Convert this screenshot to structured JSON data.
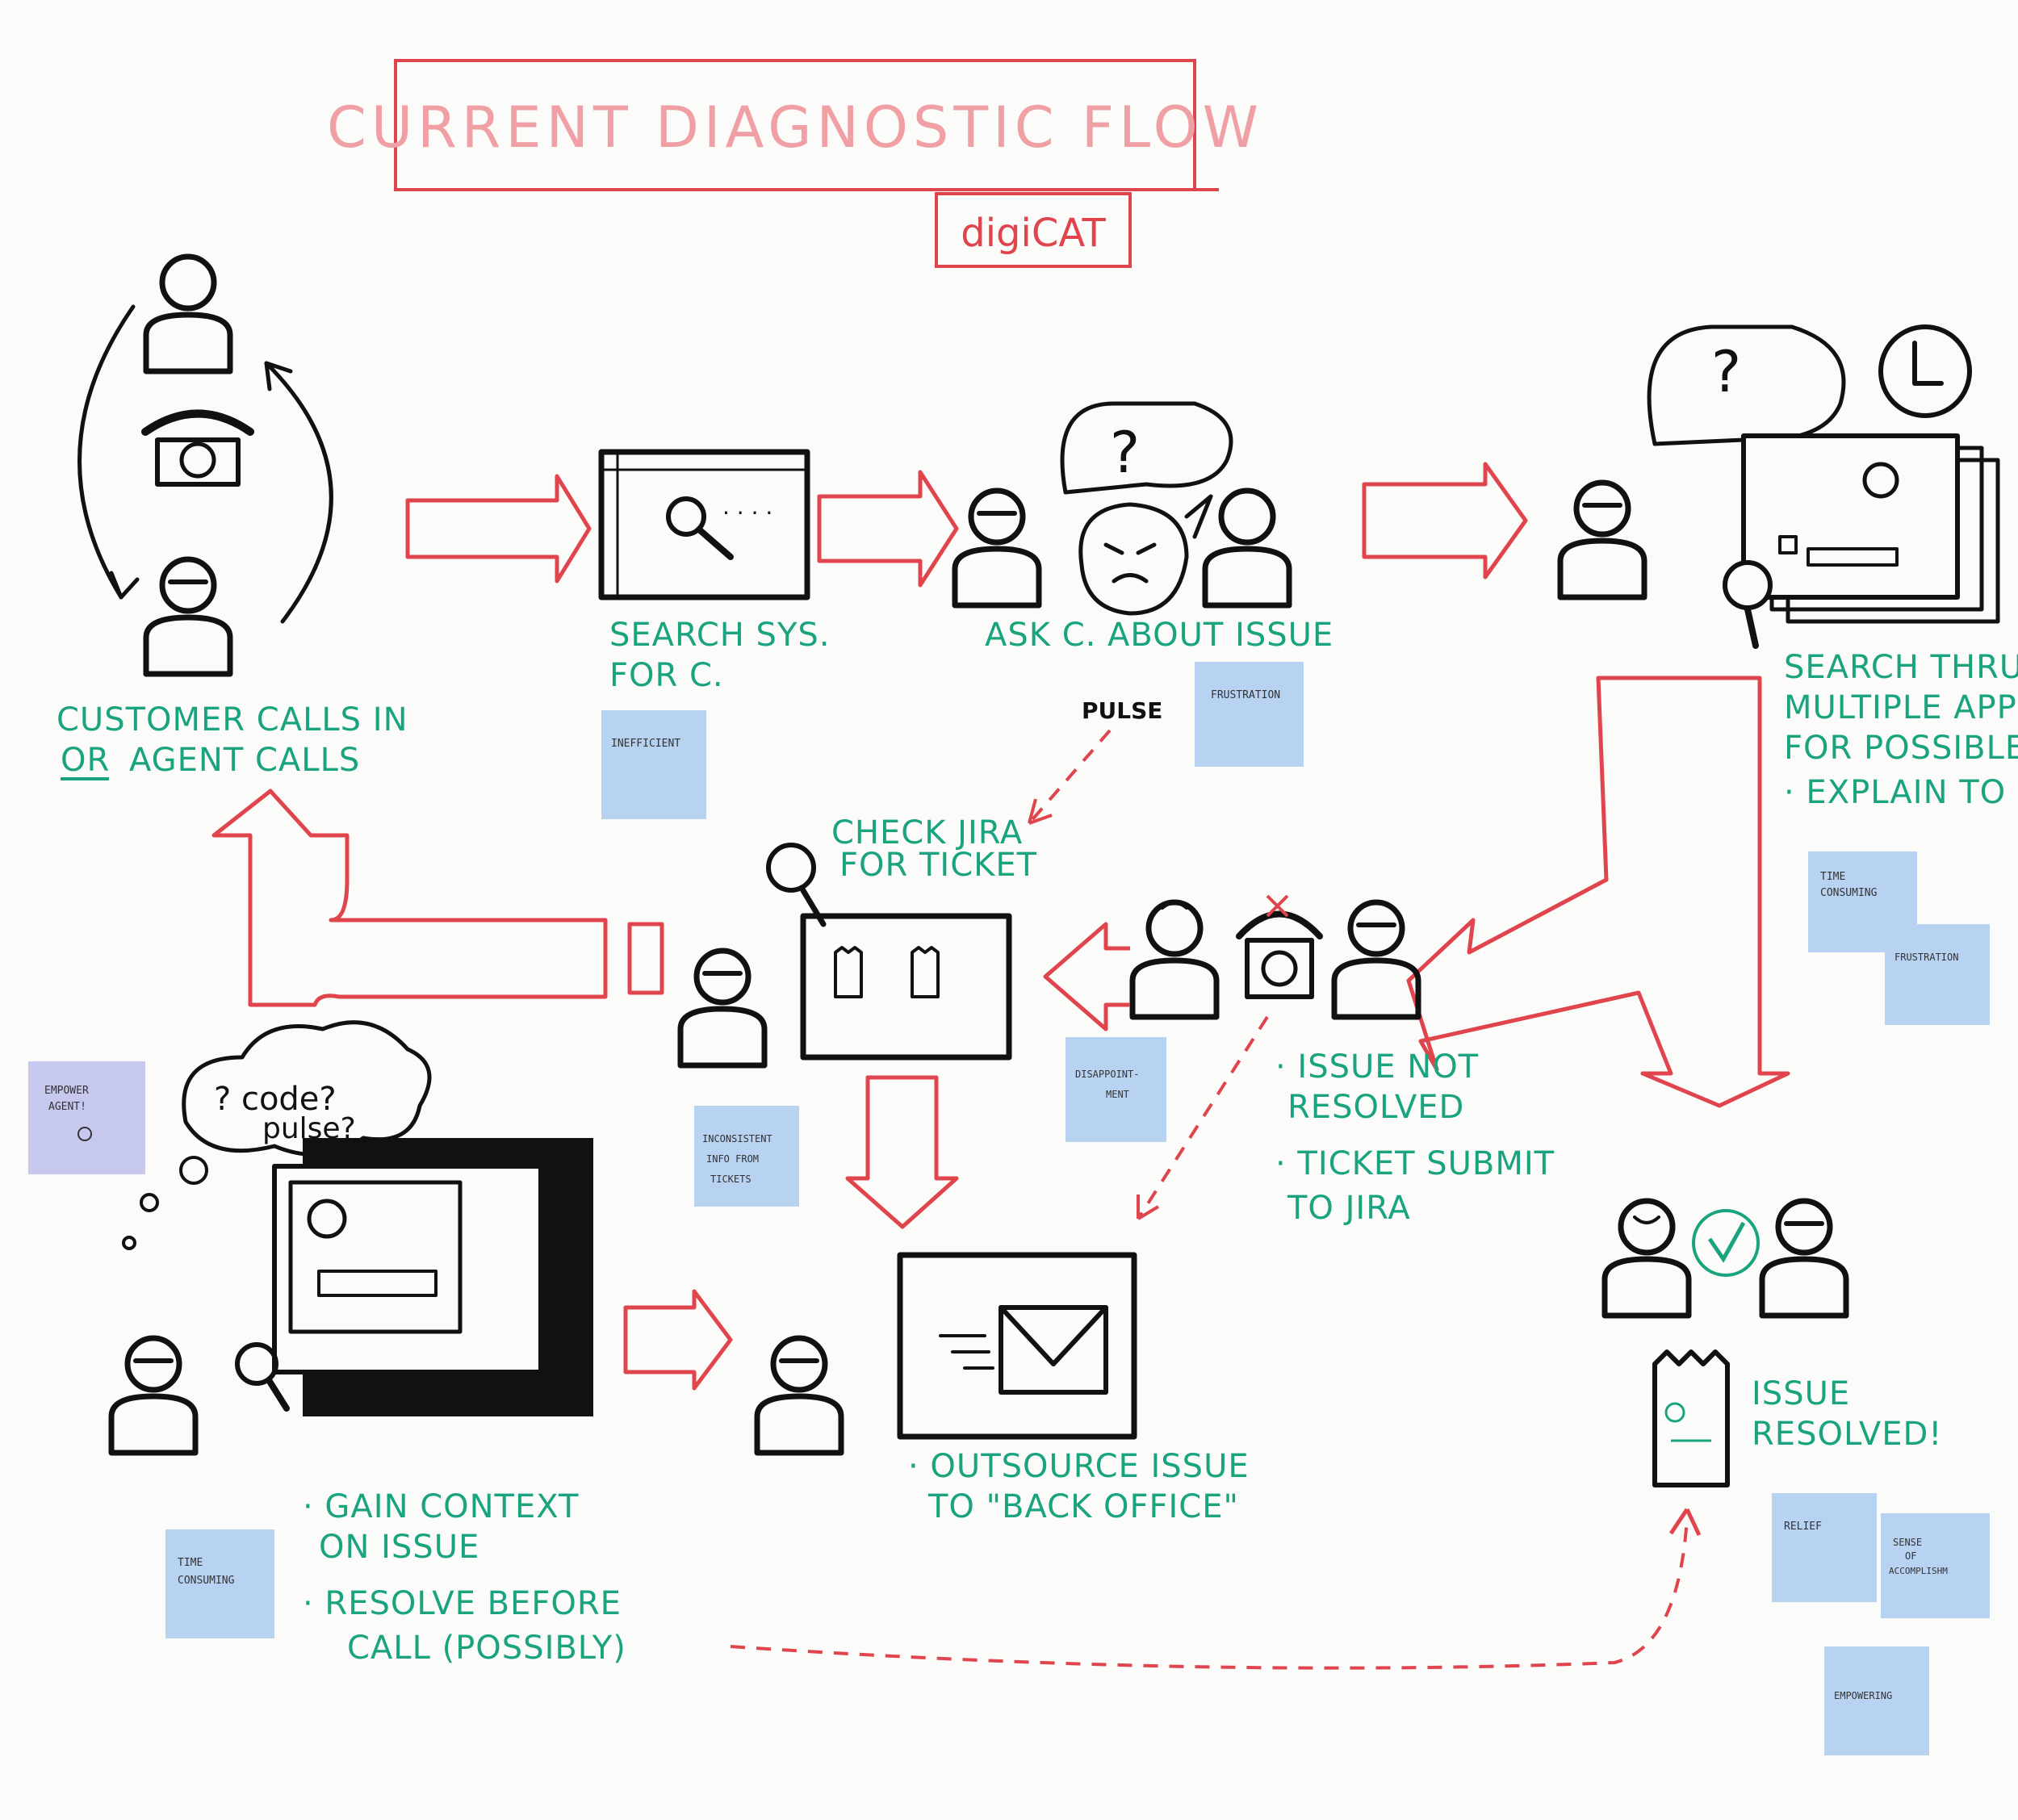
{
  "title": "CURRENT DIAGNOSTIC FLOW",
  "subtitle": "digiCAT",
  "steps": {
    "calls_line1": "CUSTOMER CALLS IN",
    "calls_line2_a": "OR",
    "calls_line2_b": "AGENT CALLS",
    "search_line1": "SEARCH SYS.",
    "search_line2": "FOR C.",
    "ask": "ASK C. ABOUT ISSUE",
    "multi_line1": "SEARCH THRU",
    "multi_line2": "MULTIPLE APPS.",
    "multi_line3": "FOR POSSIBLE FI",
    "multi_line4": "· EXPLAIN TO C.",
    "not_resolved_line1": "· ISSUE NOT",
    "not_resolved_line2": "RESOLVED",
    "ticket_line1": "· TICKET SUBMIT",
    "ticket_line2": "TO JIRA",
    "jira_line1": "CHECK JIRA",
    "jira_line2": "FOR TICKET",
    "pulse": "PULSE",
    "context_line1": "· GAIN CONTEXT",
    "context_line2": "ON ISSUE",
    "context_line3": "· RESOLVE BEFORE",
    "context_line4": "CALL (POSSIBLY)",
    "outsource_line1": "· OUTSOURCE ISSUE",
    "outsource_line2": "TO \"BACK OFFICE\"",
    "resolved_line1": "ISSUE",
    "resolved_line2": "RESOLVED!",
    "thought_line1": "? code?",
    "thought_line2": "pulse?"
  },
  "notes": {
    "inefficient": "INEFFICIENT",
    "frustration1": "FRUSTRATION",
    "time1_a": "TIME",
    "time1_b": "CONSUMING",
    "frustration2": "FRUSTRATION",
    "disappoint_a": "DISAPPOINT-",
    "disappoint_b": "MENT",
    "inconsistent_a": "INCONSISTENT",
    "inconsistent_b": "INFO FROM",
    "inconsistent_c": "TICKETS",
    "empower_a": "EMPOWER",
    "empower_b": "AGENT!",
    "time2_a": "TIME",
    "time2_b": "CONSUMING",
    "relief": "RELIEF",
    "sense_a": "SENSE",
    "sense_b": "OF",
    "sense_c": "ACCOMPLISHM",
    "empowering": "EMPOWERING"
  },
  "colors": {
    "marker_green": "#1aa37f",
    "marker_red": "#e0444c",
    "marker_black": "#111111",
    "sticky_blue": "#b8d2f2",
    "sticky_lilac": "#c7c8ee"
  },
  "icons": [
    "person-icon",
    "telephone-icon",
    "magnifier-icon",
    "speech-bubble-icon",
    "clock-icon",
    "angry-face-icon",
    "envelope-icon",
    "receipt-icon",
    "checkmark-icon"
  ]
}
